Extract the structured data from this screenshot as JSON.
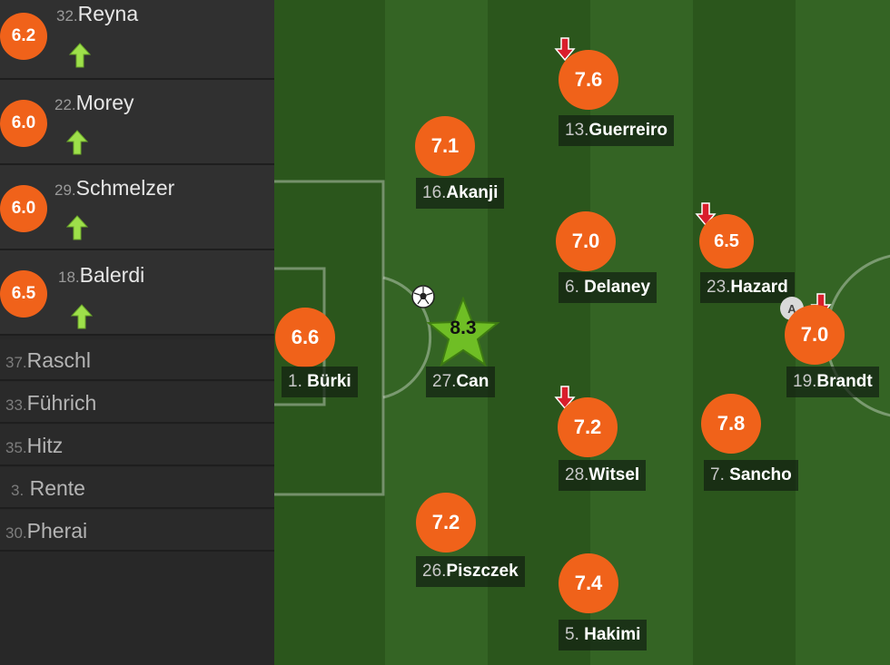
{
  "substitutes_in": [
    {
      "rating": "6.2",
      "number": "32.",
      "name": "Reyna"
    },
    {
      "rating": "6.0",
      "number": "22.",
      "name": "Morey"
    },
    {
      "rating": "6.0",
      "number": "29.",
      "name": "Schmelzer"
    },
    {
      "rating": "6.5",
      "number": "18.",
      "name": "Balerdi"
    }
  ],
  "bench": [
    {
      "number": "37.",
      "name": "Raschl"
    },
    {
      "number": "33.",
      "name": "Führich"
    },
    {
      "number": "35.",
      "name": "Hitz"
    },
    {
      "number": "3.",
      "name": "Rente"
    },
    {
      "number": "30.",
      "name": "Pherai"
    }
  ],
  "players": {
    "burki": {
      "rating": "6.6",
      "number": "1.",
      "name": "Bürki"
    },
    "can": {
      "rating": "8.3",
      "number": "27.",
      "name": "Can"
    },
    "akanji": {
      "rating": "7.1",
      "number": "16.",
      "name": "Akanji"
    },
    "piszczek": {
      "rating": "7.2",
      "number": "26.",
      "name": "Piszczek"
    },
    "guerreiro": {
      "rating": "7.6",
      "number": "13.",
      "name": "Guerreiro"
    },
    "delaney": {
      "rating": "7.0",
      "number": "6.",
      "name": "Delaney"
    },
    "witsel": {
      "rating": "7.2",
      "number": "28.",
      "name": "Witsel"
    },
    "hakimi": {
      "rating": "7.4",
      "number": "5.",
      "name": "Hakimi"
    },
    "hazard": {
      "rating": "6.5",
      "number": "23.",
      "name": "Hazard"
    },
    "sancho": {
      "rating": "7.8",
      "number": "7.",
      "name": "Sancho"
    },
    "brandt": {
      "rating": "7.0",
      "number": "19.",
      "name": "Brandt"
    }
  },
  "captain_badge": "A",
  "icons": {
    "sub_in": "arrow-up-icon",
    "sub_out": "arrow-down-icon",
    "goal": "football-icon",
    "motm": "star-icon"
  },
  "colors": {
    "rating": "#f0621a",
    "motm": "#6fbe25",
    "sub_in": "#9ee04a",
    "sub_out": "#d91e2c",
    "pitch_dark": "#2b561c",
    "pitch_light": "#346424"
  }
}
